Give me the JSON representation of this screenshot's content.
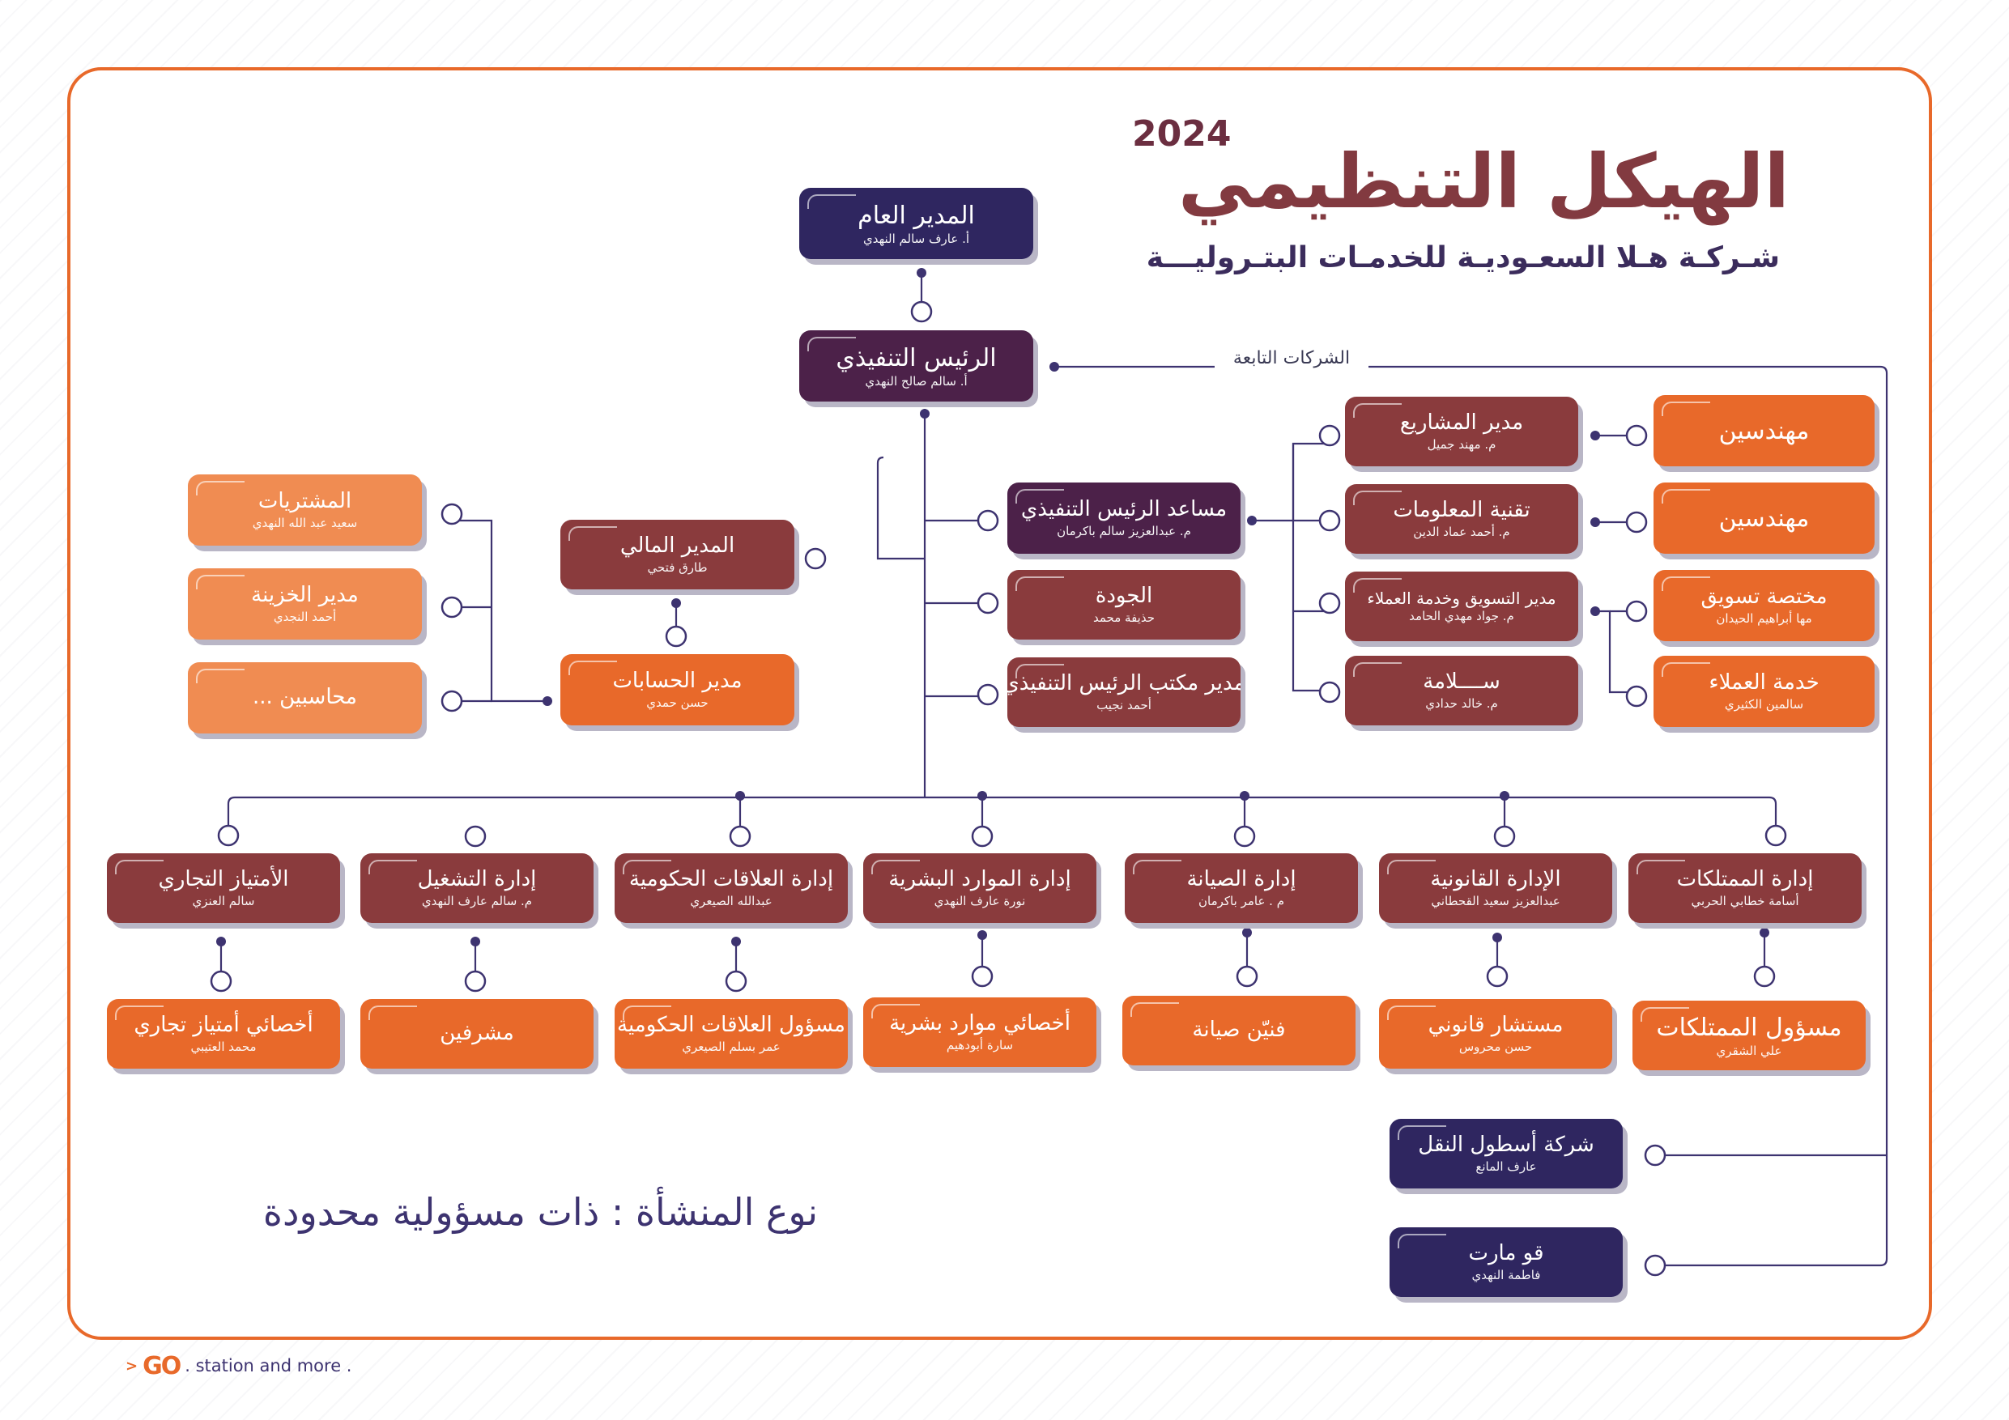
{
  "header": {
    "year": "2024",
    "title": "الهيكل التنظيمي",
    "company": "شـركـة هـلا السعـوديـة للخدمـات البتـروليـــة"
  },
  "top": {
    "gm": {
      "title": "المدير العام",
      "name": "أ. عارف سالم النهدي"
    },
    "ceo": {
      "title": "الرئيس التنفيذي",
      "name": "أ. سالم صالح النهدي"
    }
  },
  "subsidiaries_label": "الشركات التابعة",
  "finance": {
    "cfo": {
      "title": "المدير المالي",
      "name": "طارق فتحي"
    },
    "accounts": {
      "title": "مدير الحسابات",
      "name": "حسن حمدي"
    },
    "purchases": {
      "title": "المشتريات",
      "name": "سعيد عبد الله النهدي"
    },
    "treasury": {
      "title": "مدير الخزينة",
      "name": "أحمد النجدي"
    },
    "accountants": {
      "title": "محاسبين ..."
    }
  },
  "ceo_office": {
    "assistant": {
      "title": "مساعد الرئيس التنفيذي",
      "name": "م. عبدالعزيز سالم باكرمان"
    },
    "quality": {
      "title": "الجودة",
      "name": "حذيفة محمد"
    },
    "office_mgr": {
      "title": "مدير مكتب الرئيس التنفيذي",
      "name": "أحمد نجيب"
    }
  },
  "assistant_depts": {
    "projects": {
      "title": "مدير المشاريع",
      "name": "م. مهند جميل"
    },
    "it": {
      "title": "تقنية المعلومات",
      "name": "م. أحمد عماد الدين"
    },
    "marketing": {
      "title": "مدير التسويق وخدمة العملاء",
      "name": "م. جواد مهدي الحامد"
    },
    "safety": {
      "title": "ســــلامة",
      "name": "م. خالد حدادي"
    }
  },
  "assistant_staff": {
    "engineers1": {
      "title": "مهندسين"
    },
    "engineers2": {
      "title": "مهندسين"
    },
    "marketing_spec": {
      "title": "مختصة تسويق",
      "name": "مها أبراهيم الحيدان"
    },
    "customer_service": {
      "title": "خدمة العملاء",
      "name": "سالمين الكثيري"
    }
  },
  "departments": [
    {
      "title": "إدارة الممتلكات",
      "name": "أسامة خطابي الحربي",
      "child_title": "مسؤول الممتلكات",
      "child_name": "علي الشقري"
    },
    {
      "title": "الإدارة القانونية",
      "name": "عبدالعزيز سعيد القحطاني",
      "child_title": "مستشار قانوني",
      "child_name": "حسن محروس"
    },
    {
      "title": "إدارة الصيانة",
      "name": "م . عامر باكرمان",
      "child_title": "فنيّن صيانة",
      "child_name": ""
    },
    {
      "title": "إدارة الموارد البشرية",
      "name": "نورة عارف النهدي",
      "child_title": "أخصائي موارد بشرية",
      "child_name": "سارة أبودهيم"
    },
    {
      "title": "إدارة العلاقات الحكومية",
      "name": "عبدالله الصيعري",
      "child_title": "مسؤول العلاقات الحكومية",
      "child_name": "عمر بسلم الصيعري"
    },
    {
      "title": "إدارة التشغيل",
      "name": "م. سالم عارف النهدي",
      "child_title": "مشرفين",
      "child_name": ""
    },
    {
      "title": "الأمتياز التجاري",
      "name": "سالم العنزي",
      "child_title": "أخصائي أمتياز تجاري",
      "child_name": "محمد العتيبي"
    }
  ],
  "subsidiaries": [
    {
      "title": "شركة أسطول النقل",
      "name": "عارف المانع"
    },
    {
      "title": "قو مارت",
      "name": "فاطمة النهدي"
    }
  ],
  "footer": {
    "entity_type": "نوع المنشأة : ذات مسؤولية محدودة",
    "brand_go": "GO",
    "brand_text": ". station and more ."
  },
  "colors": {
    "navy": "#2f2660",
    "plum": "#4c2149",
    "brown": "#8a3b3d",
    "orange": "#e8692a",
    "peach": "#f08c52",
    "line": "#3d3370"
  }
}
